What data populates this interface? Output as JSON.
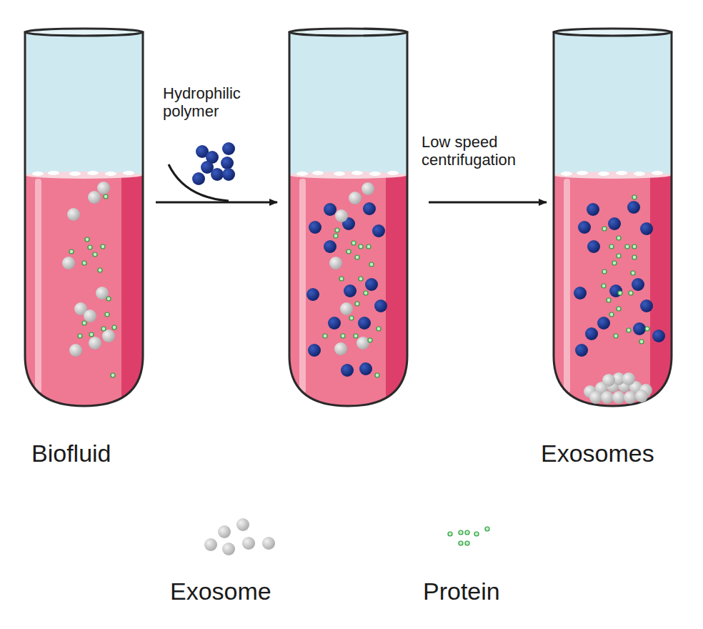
{
  "diagram": {
    "labels": [
      "Hydrophilic polymer",
      "Low speed centrifugation",
      "Biofluid",
      "Exosomes"
    ],
    "legend": [
      {
        "text": "Exosome"
      },
      {
        "text": "Protein"
      }
    ]
  }
}
